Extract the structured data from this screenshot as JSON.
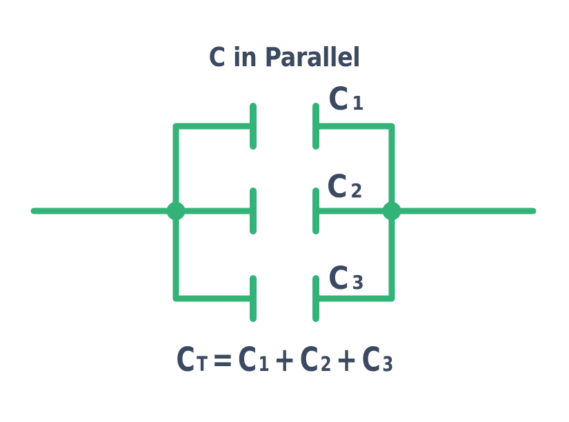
{
  "diagram": {
    "title": "C in Parallel",
    "capacitor_labels": [
      {
        "base": "C",
        "sub": "1"
      },
      {
        "base": "C",
        "sub": "2"
      },
      {
        "base": "C",
        "sub": "3"
      }
    ],
    "formula": {
      "result_base": "C",
      "result_sub": "T",
      "equals_sign": "=",
      "term1_base": "C",
      "term1_sub": "1",
      "plus_sign_1": "+",
      "term2_base": "C",
      "term2_sub": "2",
      "plus_sign_2": "+",
      "term3_base": "C",
      "term3_sub": "3"
    },
    "colors": {
      "wire_green": "#33b378",
      "text_navy": "#3b4a61",
      "background": "#ffffff"
    }
  }
}
